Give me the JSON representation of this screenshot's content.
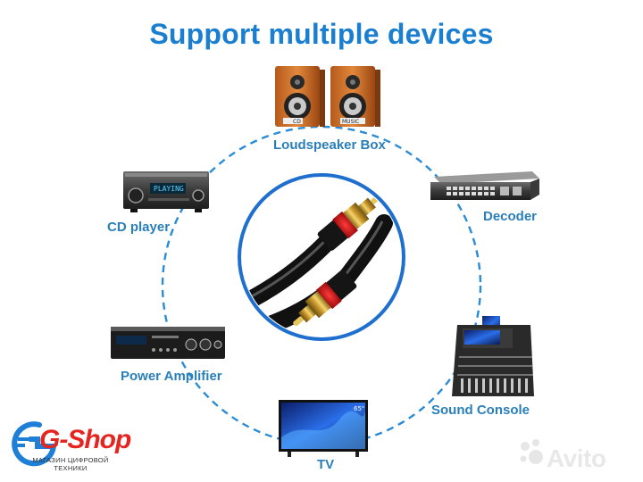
{
  "title": "Support multiple devices",
  "devices": {
    "speaker": "Loudspeaker Box",
    "cd_player": "CD player",
    "decoder": "Decoder",
    "amplifier": "Power Amplifier",
    "console": "Sound Console",
    "tv": "TV"
  },
  "device_text": {
    "cd_display": "PLAYING",
    "speaker_badge": "CD",
    "speaker_badge2": "MUSIC",
    "tv_size": "65\""
  },
  "logo": {
    "name": "G-Shop",
    "subtitle_line1": "МАГАЗИН ЦИФРОВОЙ",
    "subtitle_line2": "ТЕХНИКИ"
  },
  "watermark": "Avito",
  "colors": {
    "title": "#1b7fd1",
    "label": "#2a7fb8",
    "dashed_ring": "#2a8bd6",
    "center_ring": "#1f6fcf",
    "logo_blue": "#1e7fd6",
    "logo_red": "#e52520"
  }
}
